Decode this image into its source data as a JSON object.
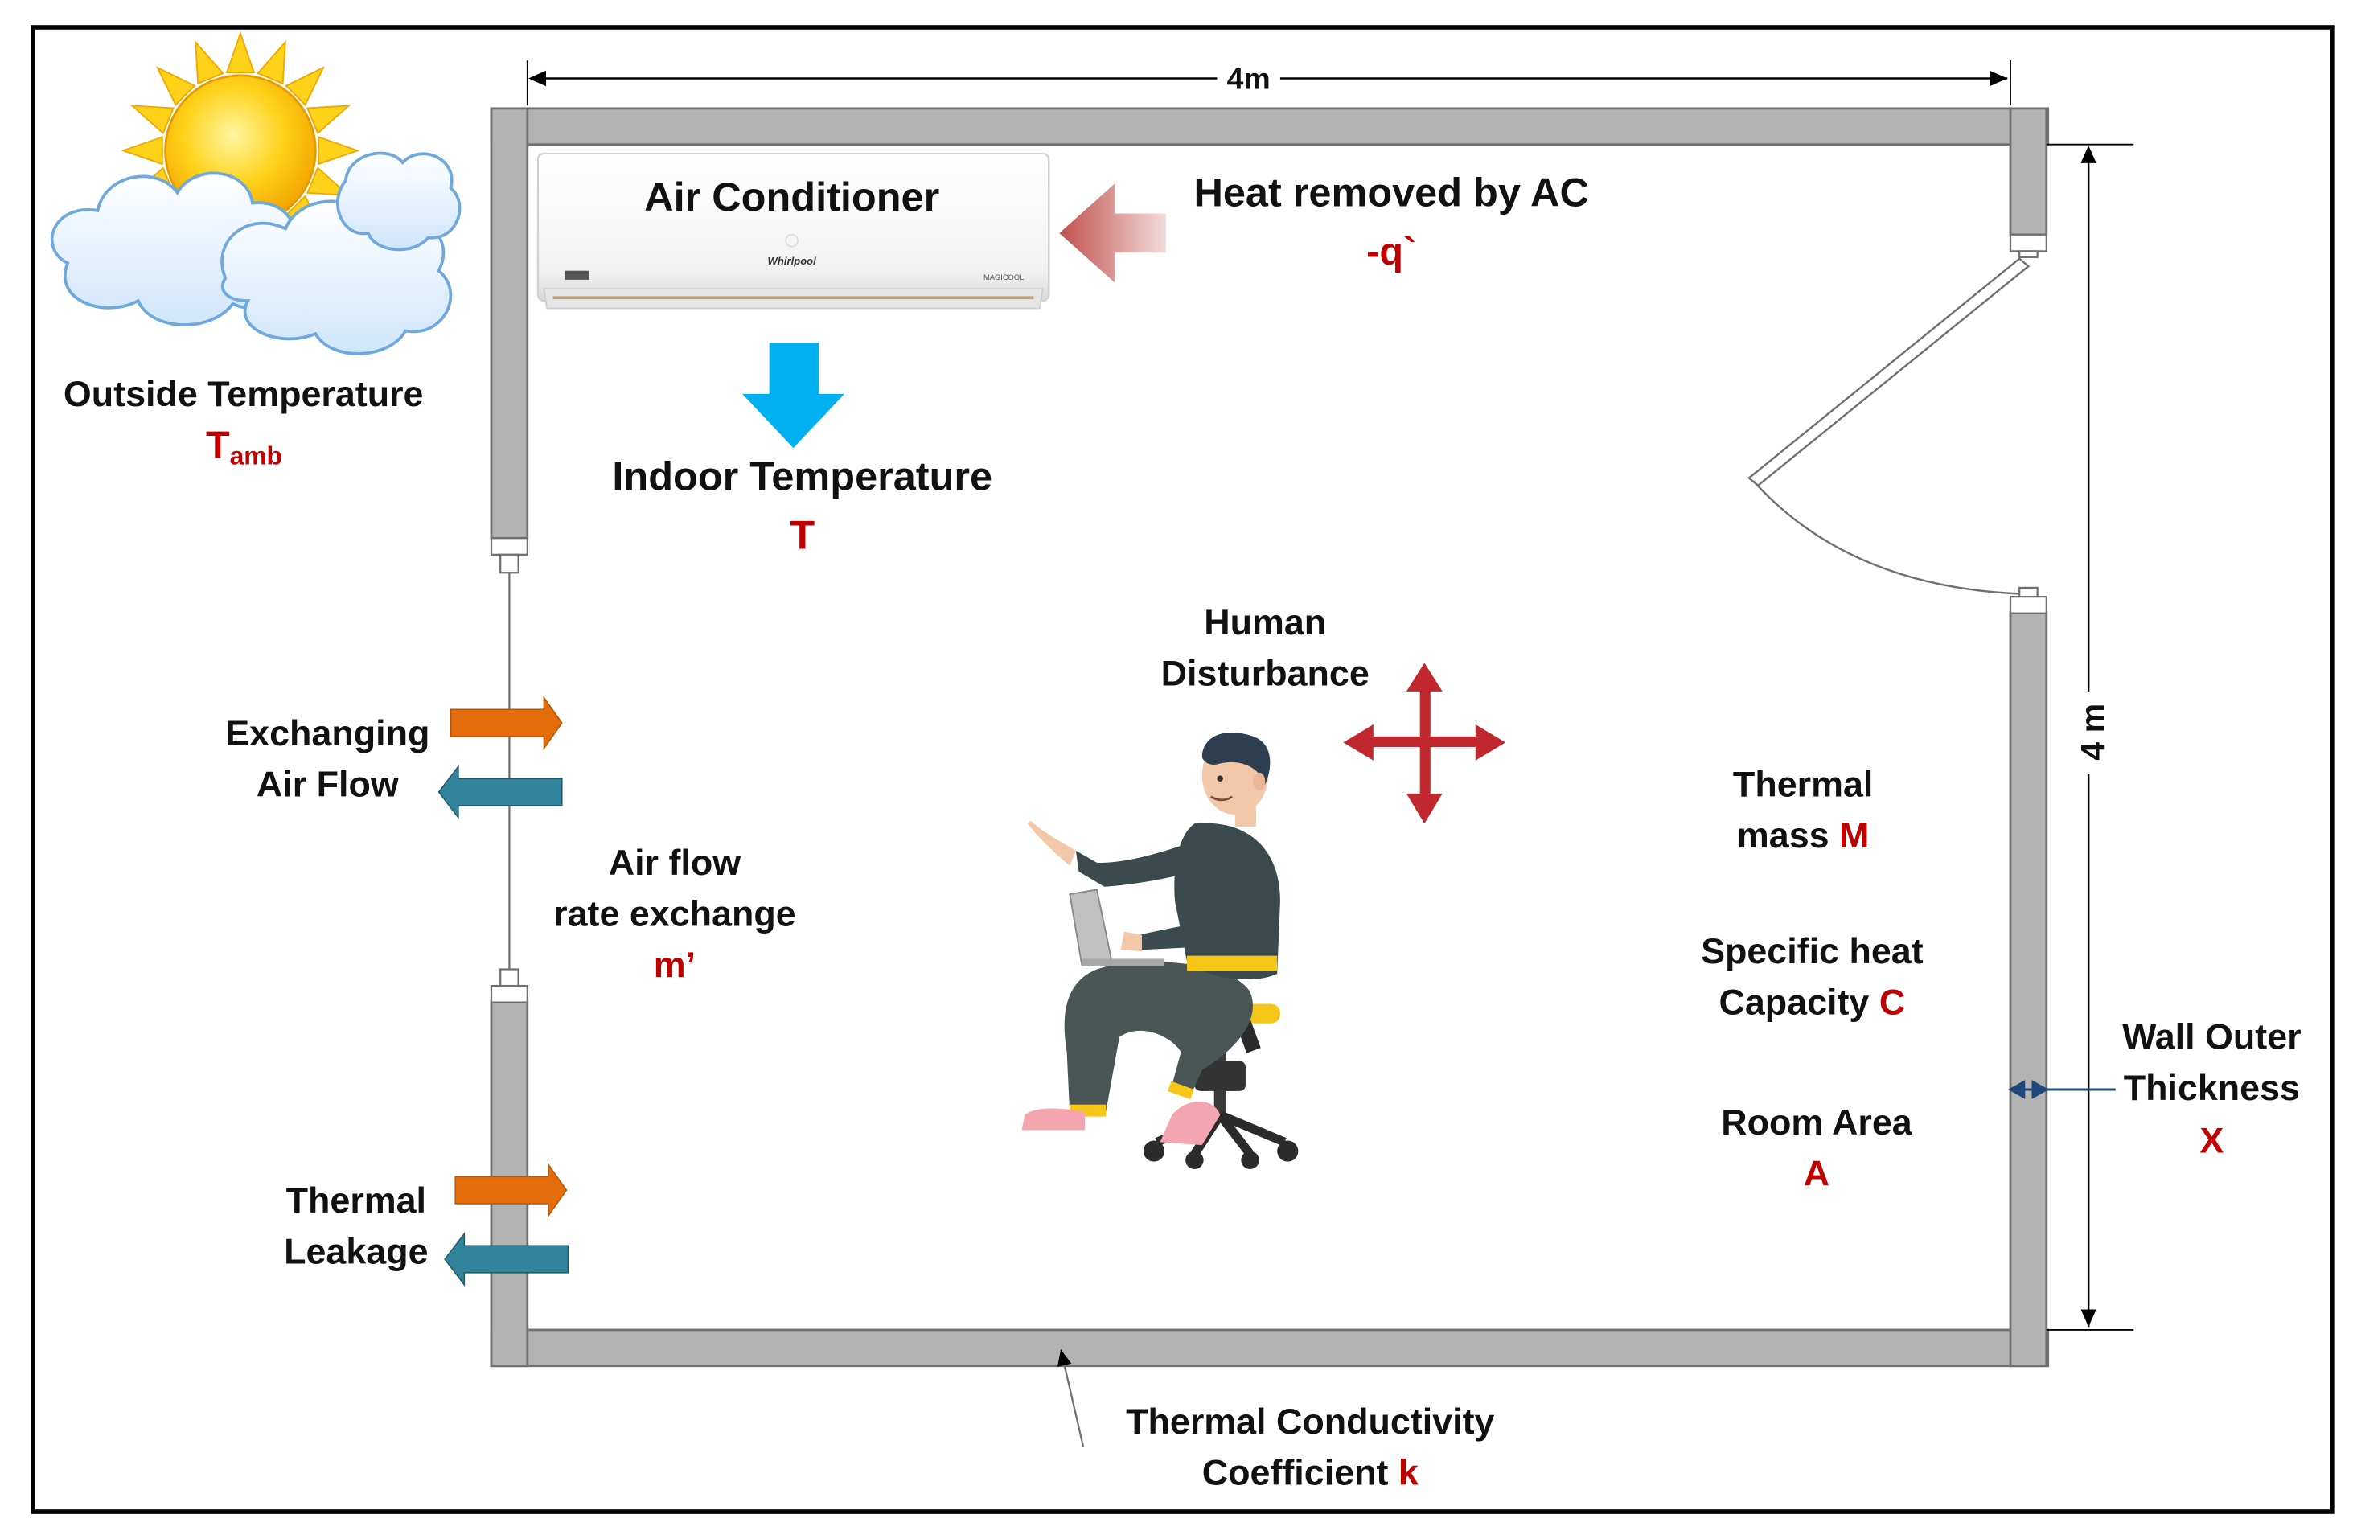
{
  "labels": {
    "width_dim": "4m",
    "height_dim": "4 m",
    "air_conditioner": "Air Conditioner",
    "heat_removed": "Heat removed by AC",
    "heat_removed_var": "-q`",
    "outside_temp": "Outside Temperature",
    "outside_temp_var_main": "T",
    "outside_temp_var_sub": "amb",
    "indoor_temp": "Indoor Temperature",
    "indoor_temp_var": "T",
    "human_line1": "Human",
    "human_line2": "Disturbance",
    "exchanging_line1": "Exchanging",
    "exchanging_line2": "Air Flow",
    "airflow_line1": "Air flow",
    "airflow_line2": "rate exchange",
    "airflow_var": "m’",
    "thermal_mass_line1": "Thermal",
    "thermal_mass_line2": "mass ",
    "thermal_mass_var": "M",
    "specific_line1": "Specific heat",
    "specific_line2": "Capacity ",
    "specific_var": "C",
    "room_area": "Room Area",
    "room_area_var": "A",
    "leakage_line1": "Thermal",
    "leakage_line2": "Leakage",
    "conductivity_line1": "Thermal Conductivity",
    "conductivity_line2": "Coefficient ",
    "conductivity_var": "k",
    "wall_line1": "Wall Outer",
    "wall_line2": "Thickness",
    "wall_var": "X",
    "ac_brand": "Whirlpool",
    "ac_model": "MAGICOOL"
  },
  "colors": {
    "wall": "#b3b3b3",
    "wall_stroke": "#707070",
    "variable": "#c00000",
    "ac_arrow": "#c0504d",
    "indoor_arrow": "#00b0f0",
    "air_in_arrow": "#e46c0a",
    "air_out_arrow": "#31849b",
    "disturbance_arrow": "#c0282d",
    "wall_thickness_arrow": "#1f497d"
  },
  "icons": [
    "sun-cloud-icon",
    "air-conditioner-unit",
    "person-with-laptop",
    "four-way-arrow-icon"
  ]
}
